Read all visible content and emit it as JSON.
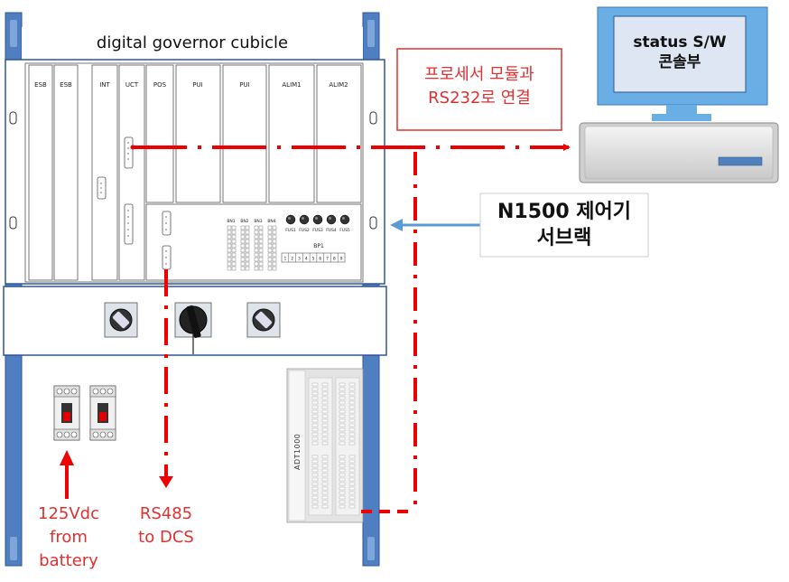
{
  "cubicle": {
    "title": "digital governor cubicle",
    "modules": [
      "ESB",
      "ESB",
      "INT",
      "UCT",
      "POS",
      "PUI",
      "PUI",
      "ALIM1",
      "ALIM2"
    ],
    "bn_labels": [
      "BN1",
      "BN2",
      "BN3",
      "BN4"
    ],
    "fuse_labels": [
      "FUS1",
      "FUS2",
      "FUS3",
      "FUS4",
      "FUS5"
    ],
    "bp_label": "BP1",
    "bp_terminals": [
      "1",
      "2",
      "3",
      "4",
      "5",
      "6",
      "7",
      "8",
      "9"
    ],
    "adt_label": "ADT1000"
  },
  "console": {
    "title_line1": "status S/W",
    "title_line2": "콘솔부"
  },
  "callouts": {
    "rs232_line1": "프로세서 모듈과",
    "rs232_line2": "RS232로 연결",
    "rack_line1": "N1500 제어기",
    "rack_line2": "서브랙"
  },
  "labels": {
    "power_line1": "125Vdc",
    "power_line2": "from",
    "power_line3": "battery",
    "rs485_line1": "RS485",
    "rs485_line2": "to DCS"
  },
  "colors": {
    "rail": "#4f7fc0",
    "rail_border": "#2f5597",
    "signal_red": "#ee0000",
    "arrow_blue": "#5b9bd5",
    "monitor_frame": "#6aaee6",
    "callout_border_red": "#e03030"
  }
}
